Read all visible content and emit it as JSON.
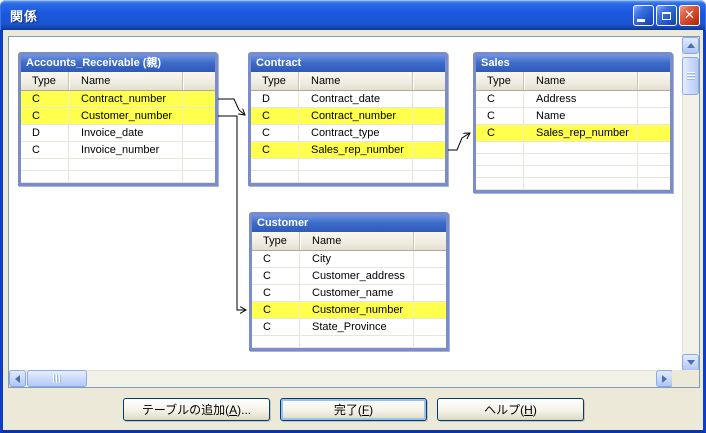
{
  "window": {
    "title": "関係",
    "controls": {
      "minimize": "minimize",
      "maximize": "maximize",
      "close": "close"
    }
  },
  "colors": {
    "titlebar_blue": "#1A57DE",
    "table_header_blue": "#3E6CCB",
    "table_border": "#7B8CC8",
    "row_highlight": "#FFFF4D",
    "dialog_face": "#ECE9D8",
    "close_button_red": "#C63C1E"
  },
  "tables": [
    {
      "title": "Accounts_Receivable (親)",
      "columns": [
        "Type",
        "Name"
      ],
      "rows": [
        {
          "type": "C",
          "name": "Contract_number",
          "highlighted": true
        },
        {
          "type": "C",
          "name": "Customer_number",
          "highlighted": true
        },
        {
          "type": "D",
          "name": "Invoice_date",
          "highlighted": false
        },
        {
          "type": "C",
          "name": "Invoice_number",
          "highlighted": false
        }
      ],
      "empty_rows": 2
    },
    {
      "title": "Contract",
      "columns": [
        "Type",
        "Name"
      ],
      "rows": [
        {
          "type": "D",
          "name": "Contract_date",
          "highlighted": false
        },
        {
          "type": "C",
          "name": "Contract_number",
          "highlighted": true
        },
        {
          "type": "C",
          "name": "Contract_type",
          "highlighted": false
        },
        {
          "type": "C",
          "name": "Sales_rep_number",
          "highlighted": true
        }
      ],
      "empty_rows": 2
    },
    {
      "title": "Sales",
      "columns": [
        "Type",
        "Name"
      ],
      "rows": [
        {
          "type": "C",
          "name": "Address",
          "highlighted": false
        },
        {
          "type": "C",
          "name": "Name",
          "highlighted": false
        },
        {
          "type": "C",
          "name": "Sales_rep_number",
          "highlighted": true
        }
      ],
      "empty_rows": 4
    },
    {
      "title": "Customer",
      "columns": [
        "Type",
        "Name"
      ],
      "rows": [
        {
          "type": "C",
          "name": "City",
          "highlighted": false
        },
        {
          "type": "C",
          "name": "Customer_address",
          "highlighted": false
        },
        {
          "type": "C",
          "name": "Customer_name",
          "highlighted": false
        },
        {
          "type": "C",
          "name": "Customer_number",
          "highlighted": true
        },
        {
          "type": "C",
          "name": "State_Province",
          "highlighted": false
        }
      ],
      "empty_rows": 1
    }
  ],
  "relationships": [
    {
      "from": "Accounts_Receivable.Contract_number",
      "to": "Contract.Contract_number"
    },
    {
      "from": "Accounts_Receivable.Customer_number",
      "to": "Customer.Customer_number"
    },
    {
      "from": "Contract.Sales_rep_number",
      "to": "Sales.Sales_rep_number"
    }
  ],
  "buttons": [
    {
      "pre": "テーブルの追加(",
      "key": "A",
      "post": ")...",
      "default": false
    },
    {
      "pre": "完了(",
      "key": "F",
      "post": ")",
      "default": true
    },
    {
      "pre": "ヘルプ(",
      "key": "H",
      "post": ")",
      "default": false
    }
  ]
}
